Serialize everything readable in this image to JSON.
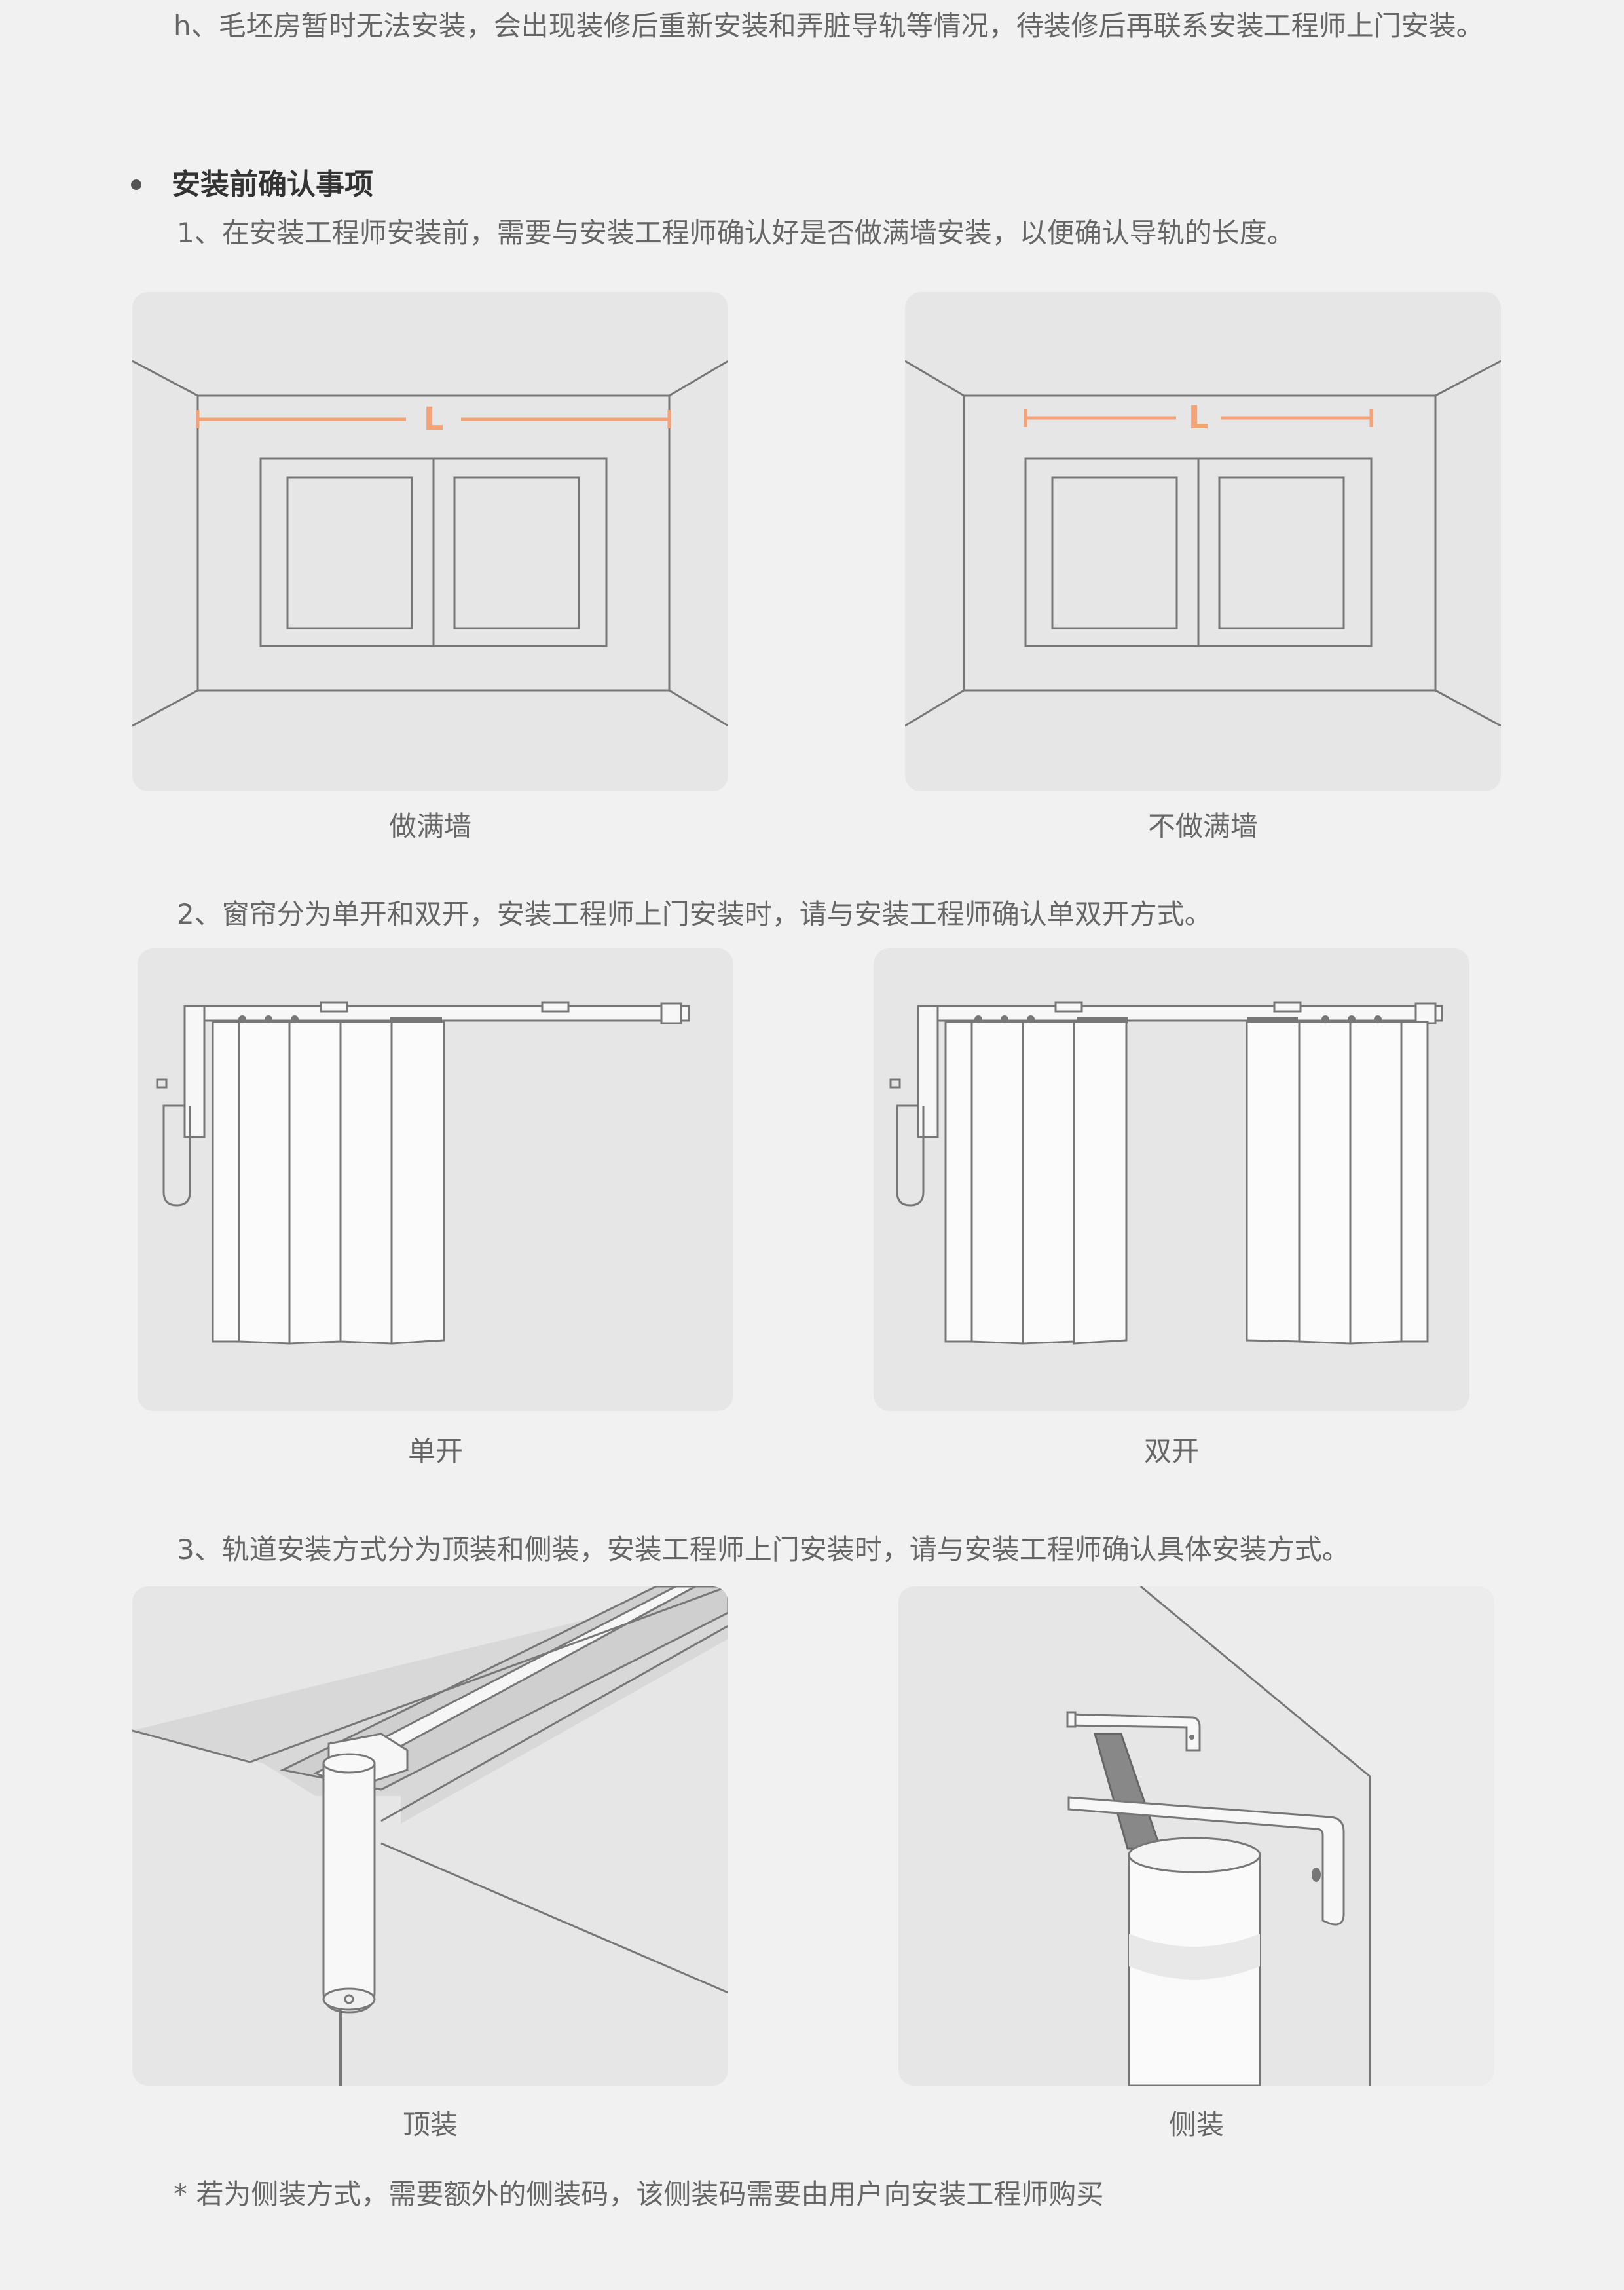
{
  "intro_text": "h、毛坯房暂时无法安装，会出现装修后重新安装和弄脏导轨等情况，待装修后再联系安装工程师上门安装。",
  "section_heading": "安装前确认事项",
  "step1": "1、在安装工程师安装前，需要与安装工程师确认好是否做满墙安装，以便确认导轨的长度。",
  "measure_label": "L",
  "captions1": [
    "做满墙",
    "不做满墙"
  ],
  "step2": "2、窗帘分为单开和双开，安装工程师上门安装时，请与安装工程师确认单双开方式。",
  "captions2": [
    "单开",
    "双开"
  ],
  "step3": "3、轨道安装方式分为顶装和侧装，安装工程师上门安装时，请与安装工程师确认具体安装方式。",
  "captions3": [
    "顶装",
    "侧装"
  ],
  "footnote": "* 若为侧装方式，需要额外的侧装码，该侧装码需要由用户向安装工程师购买",
  "colors": {
    "accent": "#f4a276",
    "line": "#777777",
    "panel": "#e6e6e6",
    "page": "#f1f1f1"
  }
}
